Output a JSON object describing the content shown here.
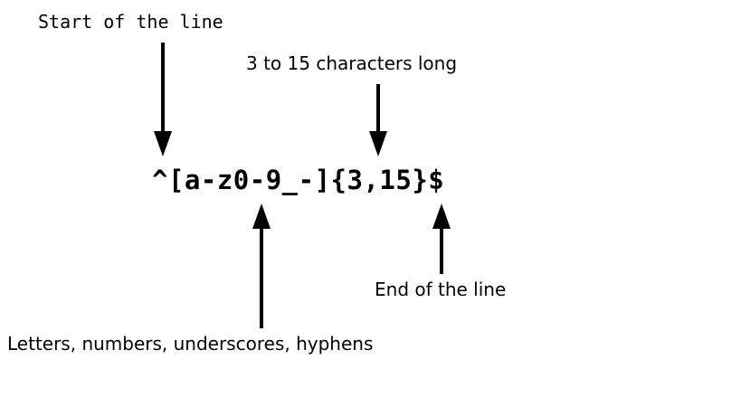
{
  "diagram": {
    "type": "annotated-regex",
    "regex": "^[a-z0-9_-]{3,15}$",
    "annotations": [
      {
        "id": "start",
        "text": "Start of the line",
        "target": "^",
        "arrow": "down"
      },
      {
        "id": "length",
        "text": "3 to 15 characters long",
        "target": "{3,15}",
        "arrow": "down"
      },
      {
        "id": "chars",
        "text": "Letters, numbers, underscores, hyphens",
        "target": "[a-z0-9_-]",
        "arrow": "up"
      },
      {
        "id": "end",
        "text": "End of the line",
        "target": "$",
        "arrow": "up"
      }
    ],
    "colors": {
      "background": "#ffffff",
      "text": "#000000",
      "arrow": "#000000"
    }
  }
}
